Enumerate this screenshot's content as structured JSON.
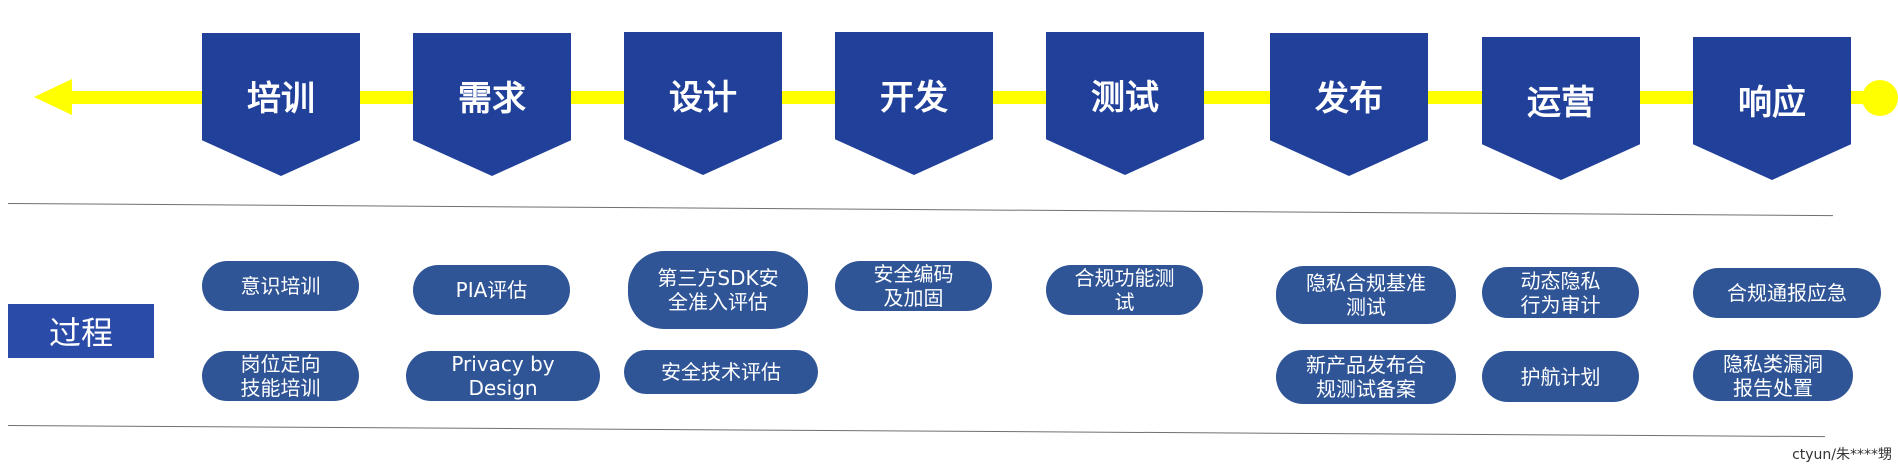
{
  "phases": [
    "培训",
    "需求",
    "设计",
    "开发",
    "测试",
    "发布",
    "运营",
    "响应"
  ],
  "process_label": "过程",
  "activities": [
    "意识培训",
    "岗位定向\n技能培训",
    "PIA评估",
    "Privacy by\nDesign",
    "第三方SDK安\n全准入评估",
    "安全技术评估",
    "安全编码\n及加固",
    "合规功能测\n试",
    "隐私合规基准\n测试",
    "新产品发布合\n规测试备案",
    "动态隐私\n行为审计",
    "护航计划",
    "合规通报应急",
    "隐私类漏洞\n报告处置"
  ],
  "watermark": "ctyun/朱****甥",
  "colors": {
    "phase_fill": "#21409a",
    "pill_fill": "#2f5597",
    "timeline": "#ffff00"
  }
}
